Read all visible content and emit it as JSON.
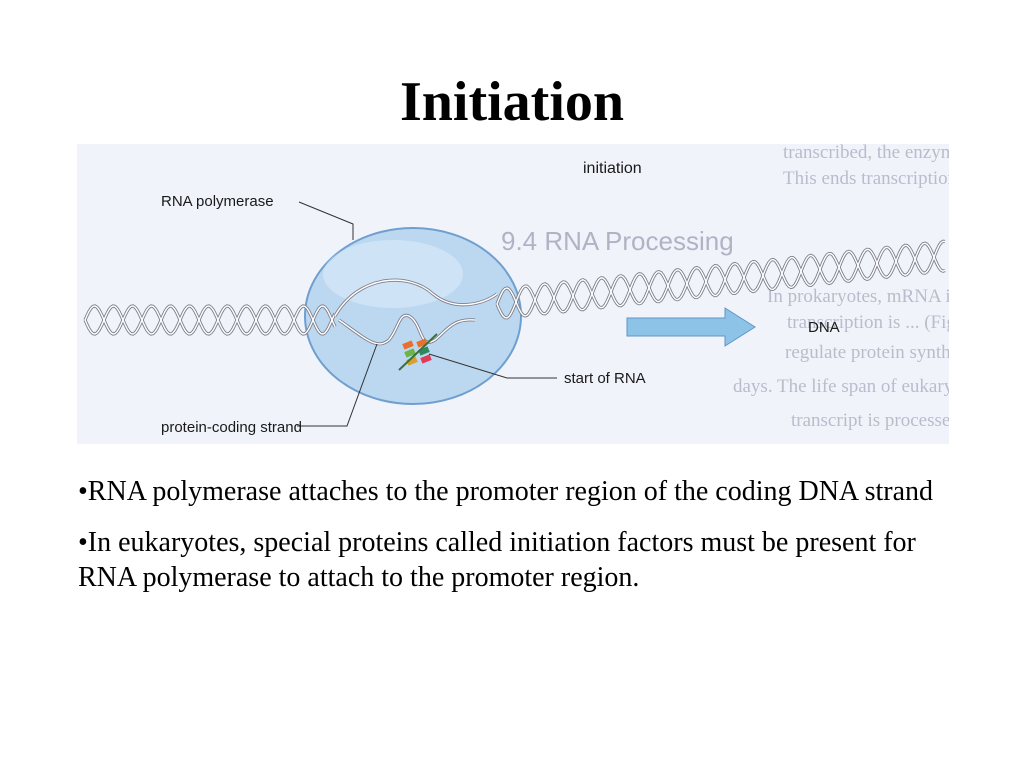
{
  "slide": {
    "title": "Initiation"
  },
  "figure": {
    "caption": "initiation",
    "labels": {
      "rna_polymerase": "RNA polymerase",
      "dna": "DNA",
      "start_of_rna": "start of RNA",
      "protein_coding_strand": "protein-coding strand"
    },
    "background_text": [
      "transcribed, the enzyme and primary transcript are released from the DN",
      "This ends transcription.",
      "9.4  RNA Processing",
      "In prokaryotes, mRNA is translated into protein almost immediately a",
      "transcription is ... (Fig ...) ... and other steps",
      "regulate protein synthesis. ... mRNA can last from minutes to",
      "days. The life span of eukaryotic mRNA depends partly on how the prim",
      "transcript is processed."
    ],
    "colors": {
      "polymerase_fill": "#bcd8f1",
      "polymerase_edge": "#6f9fcf",
      "arrow_fill": "#8ec3e8",
      "dna_strand": "#7d7f8c",
      "paper_bg": "#f1f3fb",
      "rna_bases": [
        "#e8702c",
        "#6cb34a",
        "#d9a12b",
        "#2c8a5e",
        "#e03b5a"
      ]
    }
  },
  "bullets": [
    "•RNA polymerase attaches to the promoter region of the coding DNA strand",
    "•In eukaryotes, special proteins called initiation factors must be present for RNA polymerase to attach to the promoter region."
  ]
}
